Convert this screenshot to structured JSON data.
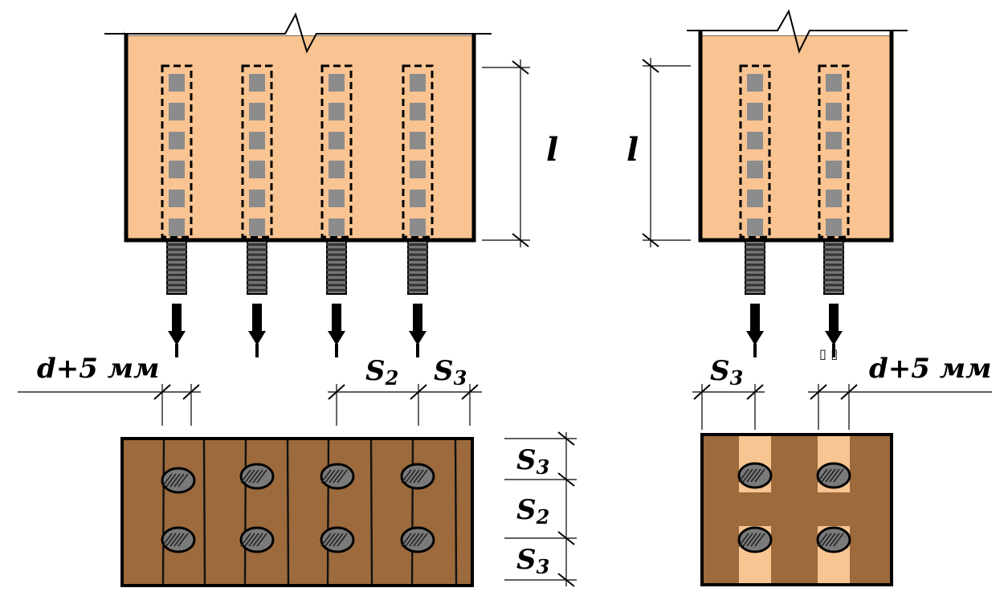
{
  "left": {
    "length_label": "l",
    "edge_label": "d+5 мм",
    "spacing_label": "S",
    "spacing_index": "2",
    "end_label": "S",
    "end_index": "3",
    "side_labels": [
      {
        "main": "S",
        "index": "3"
      },
      {
        "main": "S",
        "index": "2"
      },
      {
        "main": "S",
        "index": "3"
      }
    ]
  },
  "right": {
    "length_label": "l",
    "edge_label": "d+5 мм",
    "end_label": "S",
    "end_index": "3",
    "glyph_marks": "▯ ▯"
  },
  "colors": {
    "timber": "#f9c492",
    "plate": "#9c6a3c",
    "band": "#f7c592",
    "fastener_square": "#8c8c8c"
  }
}
